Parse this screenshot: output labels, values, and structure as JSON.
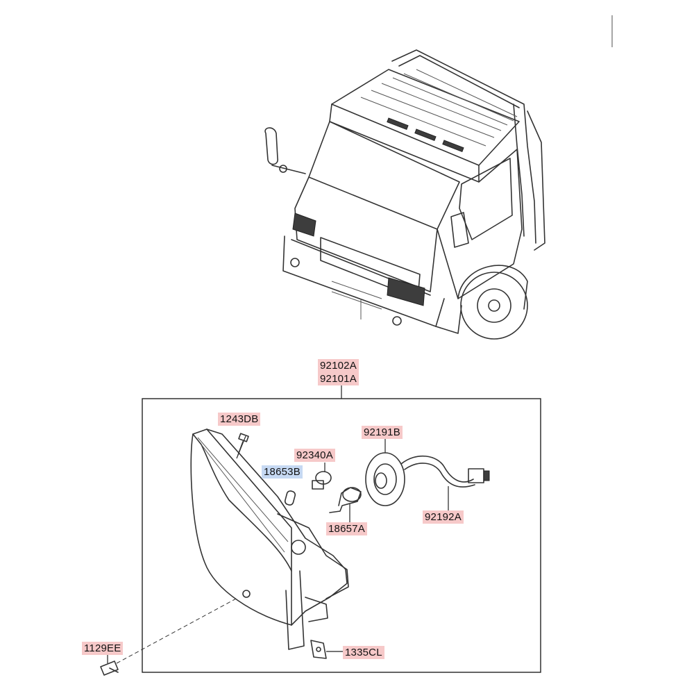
{
  "parts": {
    "assembly_upper": "92102A",
    "assembly_lower": "92101A",
    "screw_top": "1243DB",
    "bulb_small": "92340A",
    "bulb_cap": "18653B",
    "socket": "92191B",
    "wiring": "92192A",
    "main_bulb": "18657A",
    "bolt": "1129EE",
    "clip": "1335CL"
  },
  "label_colors": {
    "standard": "#f6c9c9",
    "highlighted": "#c6d9f3"
  }
}
